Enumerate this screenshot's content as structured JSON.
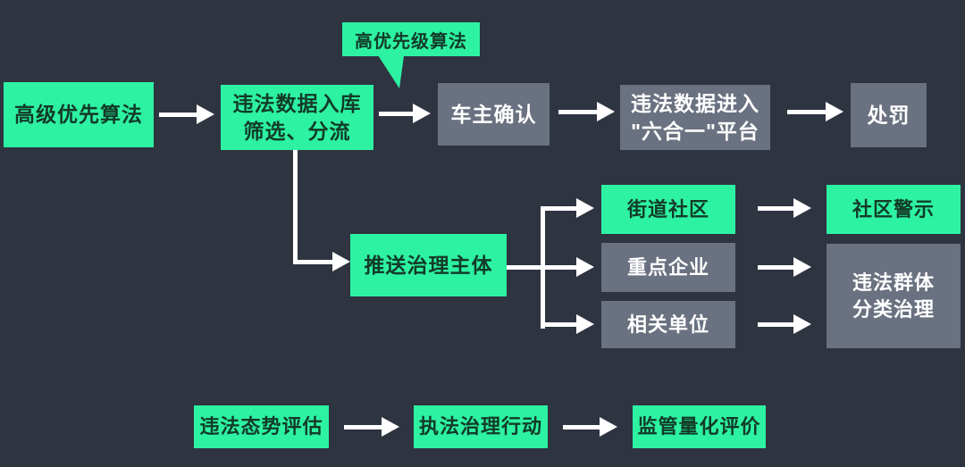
{
  "colors": {
    "background": "#2e3440",
    "box_green": "#2df2a2",
    "box_gray": "#6a7180",
    "connector": "#ffffff",
    "text_dark": "#123b29",
    "text_light": "#ffffff"
  },
  "callout": {
    "label": "高优先级算法"
  },
  "nodes": {
    "advanced_priority": {
      "label": "高级优先算法"
    },
    "data_intake": {
      "line1": "违法数据入库",
      "line2": "筛选、分流"
    },
    "owner_confirm": {
      "label": "车主确认"
    },
    "data_platform": {
      "line1": "违法数据进入",
      "line2": "\"六合一\"平台"
    },
    "punishment": {
      "label": "处罚"
    },
    "push_governance": {
      "label": "推送治理主体"
    },
    "street_community": {
      "label": "街道社区"
    },
    "key_enterprises": {
      "label": "重点企业"
    },
    "related_units": {
      "label": "相关单位"
    },
    "community_warning": {
      "label": "社区警示"
    },
    "group_governance": {
      "line1": "违法群体",
      "line2": "分类治理"
    },
    "situation_assessment": {
      "label": "违法态势评估"
    },
    "enforcement_action": {
      "label": "执法治理行动"
    },
    "quantitative_evaluation": {
      "label": "监管量化评价"
    }
  }
}
